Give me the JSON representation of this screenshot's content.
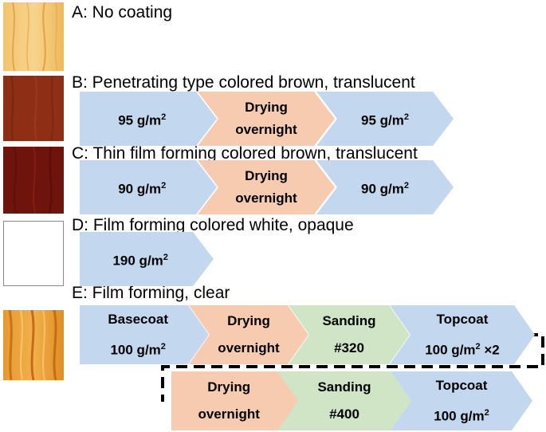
{
  "colors": {
    "blue": "#c3d7ee",
    "orange": "#f6cbaf",
    "green": "#cfe5c5"
  },
  "rows": [
    {
      "label": "A: No coating",
      "swatch": "light-pine-wood",
      "steps": []
    },
    {
      "label": "B: Penetrating type colored brown, translucent",
      "swatch": "brown-stained-wood",
      "steps": [
        {
          "line1": "95 g/m",
          "sup": "2",
          "line2": "",
          "color": "blue"
        },
        {
          "line1": "Drying",
          "line2": "overnight",
          "color": "orange"
        },
        {
          "line1": "95 g/m",
          "sup": "2",
          "line2": "",
          "color": "blue"
        }
      ]
    },
    {
      "label": "C: Thin film forming colored brown, translucent",
      "swatch": "dark-red-wood",
      "steps": [
        {
          "line1": "90 g/m",
          "sup": "2",
          "line2": "",
          "color": "blue"
        },
        {
          "line1": "Drying",
          "line2": "overnight",
          "color": "orange"
        },
        {
          "line1": "90 g/m",
          "sup": "2",
          "line2": "",
          "color": "blue"
        }
      ]
    },
    {
      "label": "D: Film forming colored white, opaque",
      "swatch": "white-coated-wood",
      "steps": [
        {
          "line1": "190 g/m",
          "sup": "2",
          "line2": "",
          "color": "blue"
        }
      ]
    },
    {
      "label": "E: Film forming, clear",
      "swatch": "clear-coated-wood",
      "steps": [
        {
          "line1": "Basecoat",
          "line2": "100 g/m",
          "sup2": "2",
          "color": "blue"
        },
        {
          "line1": "Drying",
          "line2": "overnight",
          "color": "orange"
        },
        {
          "line1": "Sanding",
          "line2": "#320",
          "color": "green"
        },
        {
          "line1": "Topcoat",
          "line2": "100 g/m",
          "sup2": "2",
          "suffix2": " ×2",
          "color": "blue"
        }
      ],
      "repeat_steps": [
        {
          "line1": "Drying",
          "line2": "overnight",
          "color": "orange"
        },
        {
          "line1": "Sanding",
          "line2": "#400",
          "color": "green"
        },
        {
          "line1": "Topcoat",
          "line2": "100 g/m",
          "sup2": "2",
          "color": "blue"
        }
      ]
    }
  ]
}
